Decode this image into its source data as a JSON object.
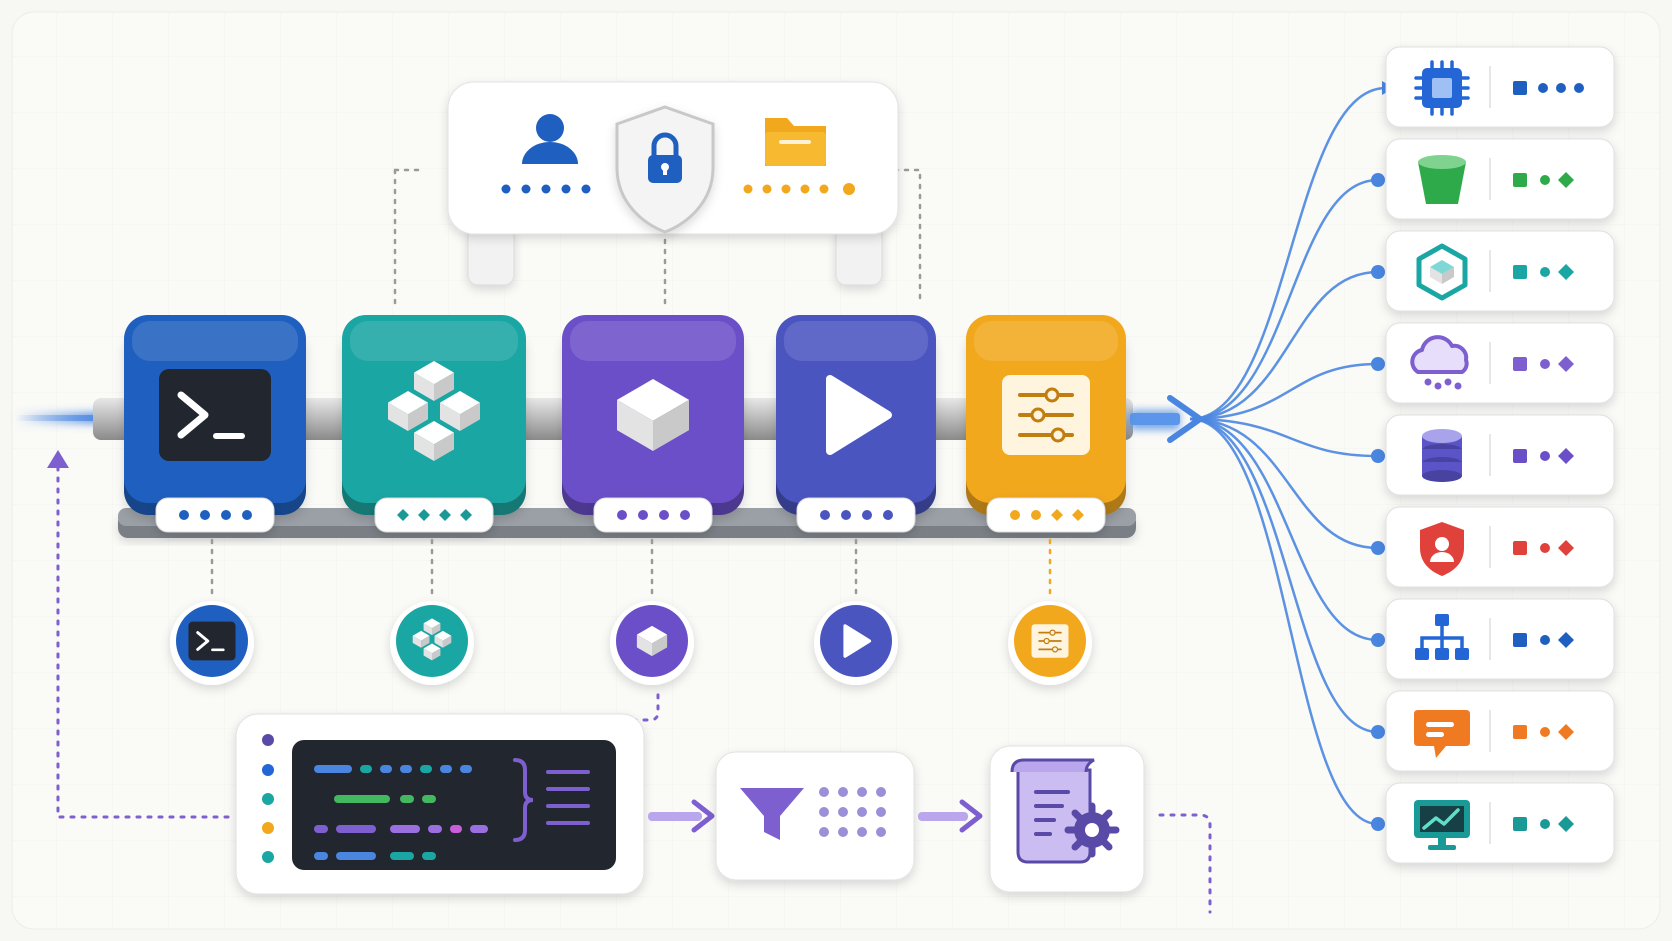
{
  "colors": {
    "background": "#f7f7f4",
    "panel": "#ffffff",
    "terminal_blue": "#1f5fbf",
    "package_teal": "#1aa6a3",
    "build_purple": "#6b4fc8",
    "run_indigo": "#4a55c0",
    "config_orange": "#f2a81d",
    "connector_blue": "#4a86e0",
    "dotted_gray": "#9a9a9a",
    "dotted_purple": "#7e5fd0",
    "dark_screen": "#22262e"
  },
  "access_panel": {
    "icons": [
      "user-icon",
      "shield-lock-icon",
      "folder-icon"
    ],
    "user_dots": 5,
    "folder_dots": 6
  },
  "pipeline": {
    "stages": [
      {
        "id": "terminal",
        "icon": "terminal-icon",
        "color": "#1f5fbf",
        "tag_shape": "circle",
        "tag_color": "#1f5fbf"
      },
      {
        "id": "packages",
        "icon": "cubes-cluster-icon",
        "color": "#1aa6a3",
        "tag_shape": "diamond",
        "tag_color": "#1a9a97"
      },
      {
        "id": "build",
        "icon": "cube-icon",
        "color": "#6b4fc8",
        "tag_shape": "circle",
        "tag_color": "#6b4fc8"
      },
      {
        "id": "run",
        "icon": "play-icon",
        "color": "#4a55c0",
        "tag_shape": "circle",
        "tag_color": "#4a55c0"
      },
      {
        "id": "config",
        "icon": "sliders-icon",
        "color": "#f2a81d",
        "tag_shape": "mixed",
        "tag_color": "#f2a81d"
      }
    ]
  },
  "targets": [
    {
      "icon": "cpu-chip-icon",
      "color": "#2466d6",
      "tag_color": "#1f5fbf",
      "tag_shape": "circle"
    },
    {
      "icon": "bucket-icon",
      "color": "#2faa4a",
      "tag_color": "#2faa4a",
      "tag_shape": "diamond"
    },
    {
      "icon": "hex-cube-icon",
      "color": "#1aa6a3",
      "tag_color": "#1aa6a3",
      "tag_shape": "diamond"
    },
    {
      "icon": "cloud-icon",
      "color": "#7e5fd0",
      "tag_color": "#7e5fd0",
      "tag_shape": "diamond"
    },
    {
      "icon": "database-icon",
      "color": "#5a54c8",
      "tag_color": "#6b4fc8",
      "tag_shape": "diamond"
    },
    {
      "icon": "shield-user-icon",
      "color": "#e0413a",
      "tag_color": "#e0413a",
      "tag_shape": "diamond"
    },
    {
      "icon": "hierarchy-icon",
      "color": "#2466d6",
      "tag_color": "#1f5fbf",
      "tag_shape": "diamond"
    },
    {
      "icon": "chat-message-icon",
      "color": "#f07a22",
      "tag_color": "#f07a22",
      "tag_shape": "diamond"
    },
    {
      "icon": "monitor-chart-icon",
      "color": "#1a9a97",
      "tag_color": "#1a9a97",
      "tag_shape": "diamond"
    }
  ],
  "bottom_flow": {
    "code_panel_icon": "code-editor-icon",
    "filter_icon": "filter-funnel-icon",
    "output_icon": "config-document-gear-icon"
  }
}
